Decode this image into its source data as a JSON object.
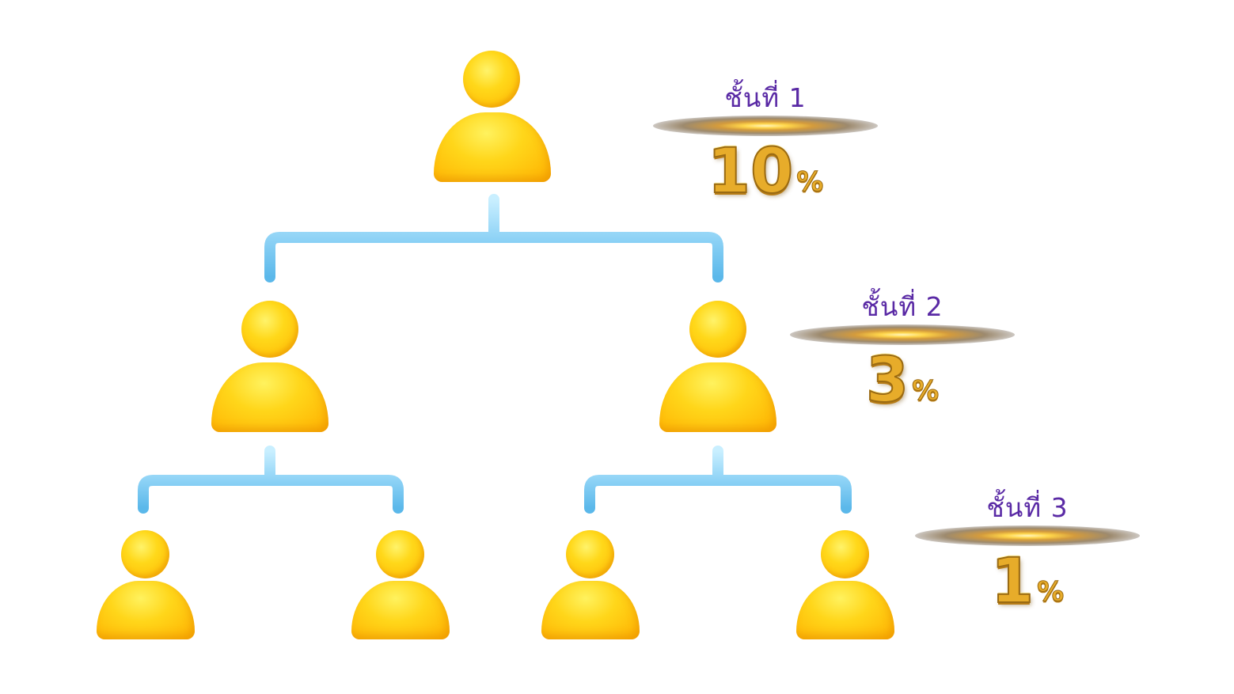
{
  "diagram": {
    "node_color": "#ffcc00",
    "connector_color": "#8fd3f6",
    "levels": [
      {
        "label": "ชั้นที่ 1",
        "value": "10",
        "unit": "%"
      },
      {
        "label": "ชั้นที่ 2",
        "value": "3",
        "unit": "%"
      },
      {
        "label": "ชั้นที่ 3",
        "value": "1",
        "unit": "%"
      }
    ]
  }
}
